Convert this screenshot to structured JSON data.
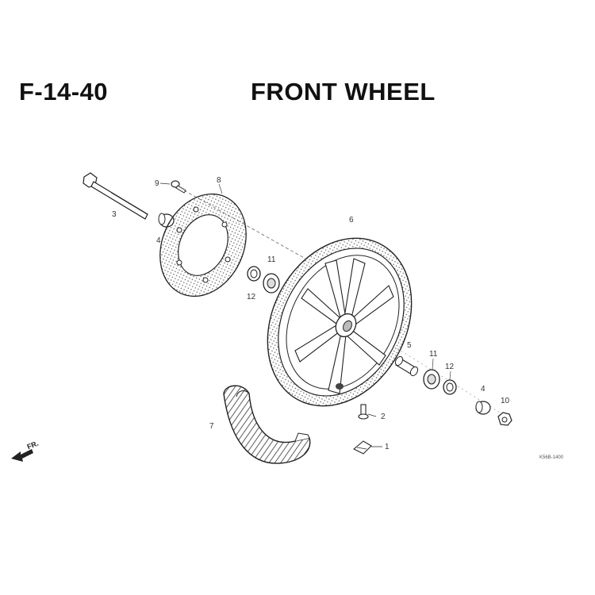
{
  "diagram": {
    "code": "F-14-40",
    "title": "FRONT WHEEL",
    "ref_code": "K56B-1400",
    "fr_arrow_label": "FR."
  },
  "parts": [
    {
      "id": "p1",
      "label": "1"
    },
    {
      "id": "p2",
      "label": "2"
    },
    {
      "id": "p3",
      "label": "3"
    },
    {
      "id": "p4a",
      "label": "4"
    },
    {
      "id": "p4b",
      "label": "4"
    },
    {
      "id": "p5",
      "label": "5"
    },
    {
      "id": "p6",
      "label": "6"
    },
    {
      "id": "p7",
      "label": "7"
    },
    {
      "id": "p8",
      "label": "8"
    },
    {
      "id": "p9",
      "label": "9"
    },
    {
      "id": "p10",
      "label": "10"
    },
    {
      "id": "p11a",
      "label": "11"
    },
    {
      "id": "p11b",
      "label": "11"
    },
    {
      "id": "p12a",
      "label": "12"
    },
    {
      "id": "p12b",
      "label": "12"
    }
  ],
  "colors": {
    "ink": "#222222",
    "hatch": "#555555",
    "background": "#ffffff"
  }
}
